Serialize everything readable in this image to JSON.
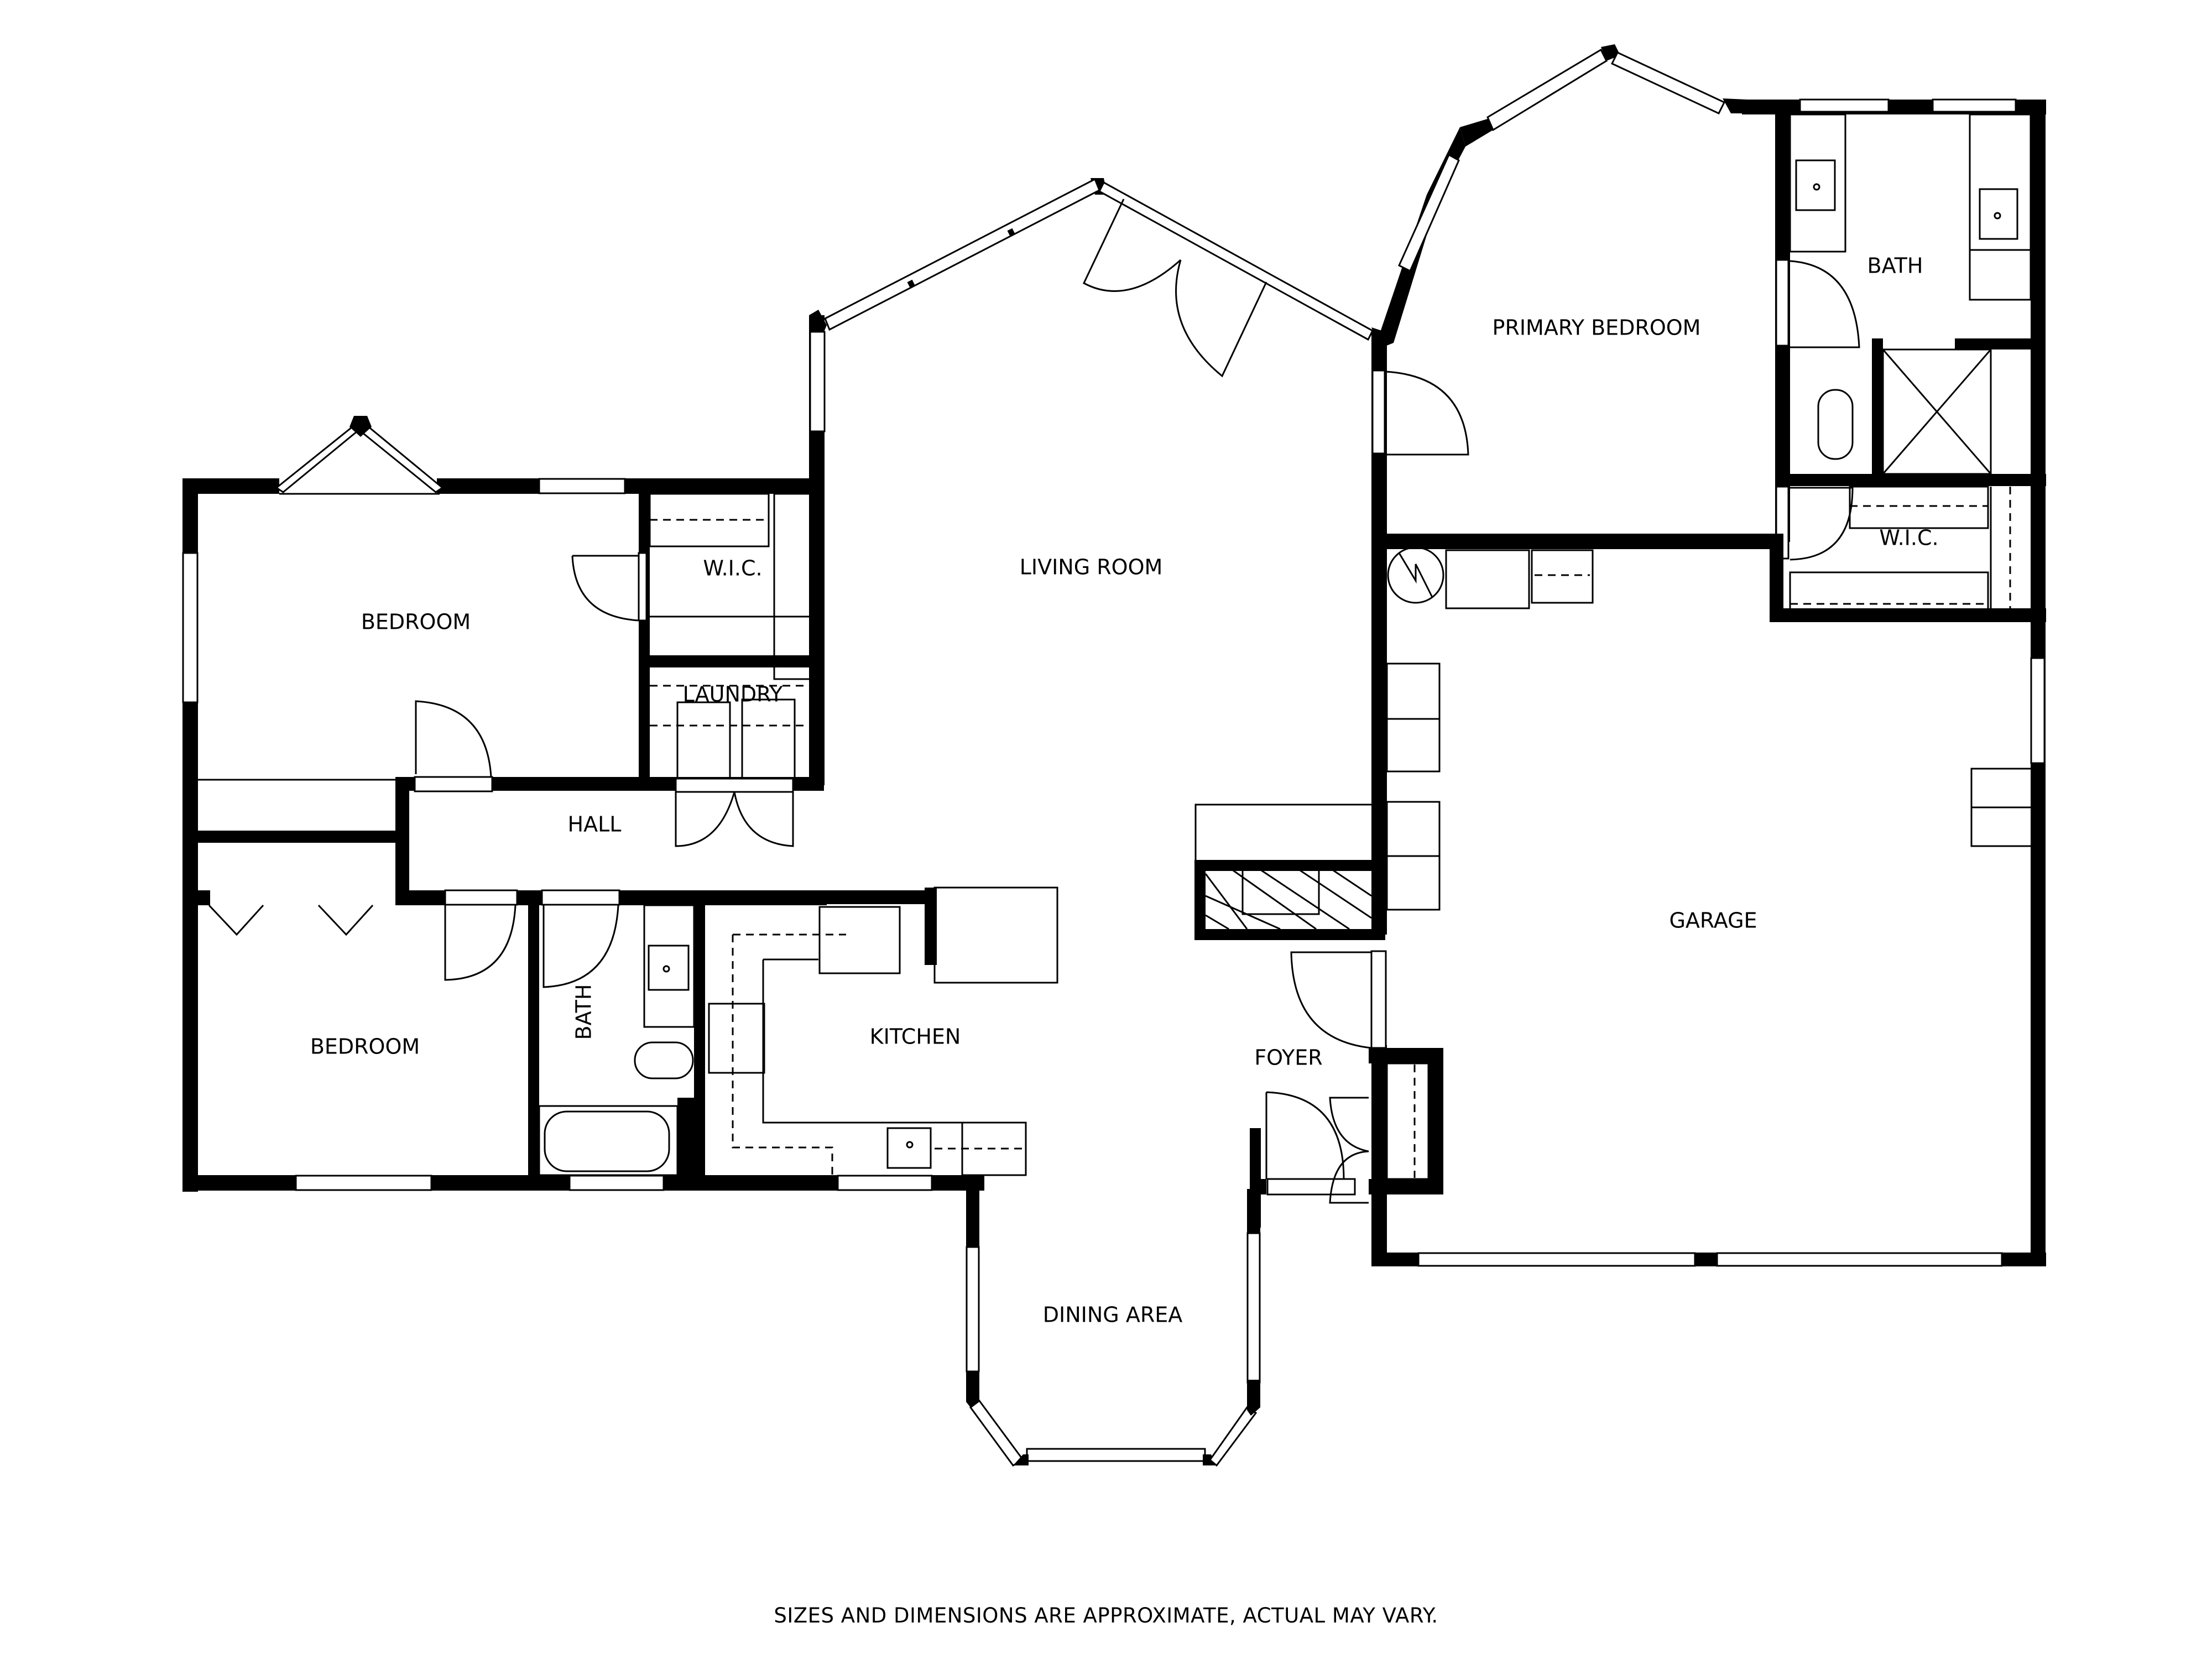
{
  "plan": {
    "colors": {
      "wall": "#000000",
      "background": "#ffffff",
      "line": "#000000"
    },
    "rooms": {
      "living_room": "LIVING ROOM",
      "primary_bedroom": "PRIMARY BEDROOM",
      "primary_bath": "BATH",
      "primary_wic": "W.I.C.",
      "bedroom_1": "BEDROOM",
      "bedroom_1_wic": "W.I.C.",
      "laundry": "LAUNDRY",
      "hall": "HALL",
      "bedroom_2": "BEDROOM",
      "hall_bath": "BATH",
      "kitchen": "KITCHEN",
      "foyer": "FOYER",
      "dining_area": "DINING AREA",
      "garage": "GARAGE"
    },
    "fixtures": [
      "fireplace",
      "water-heater",
      "washer",
      "dryer",
      "range-cooktop",
      "kitchen-sink",
      "refrigerator",
      "toilet",
      "bathtub",
      "vanity-sink",
      "shower",
      "double-vanity",
      "closet-shelving"
    ]
  },
  "footer": {
    "disclaimer": "SIZES AND DIMENSIONS ARE APPROXIMATE, ACTUAL MAY VARY."
  }
}
